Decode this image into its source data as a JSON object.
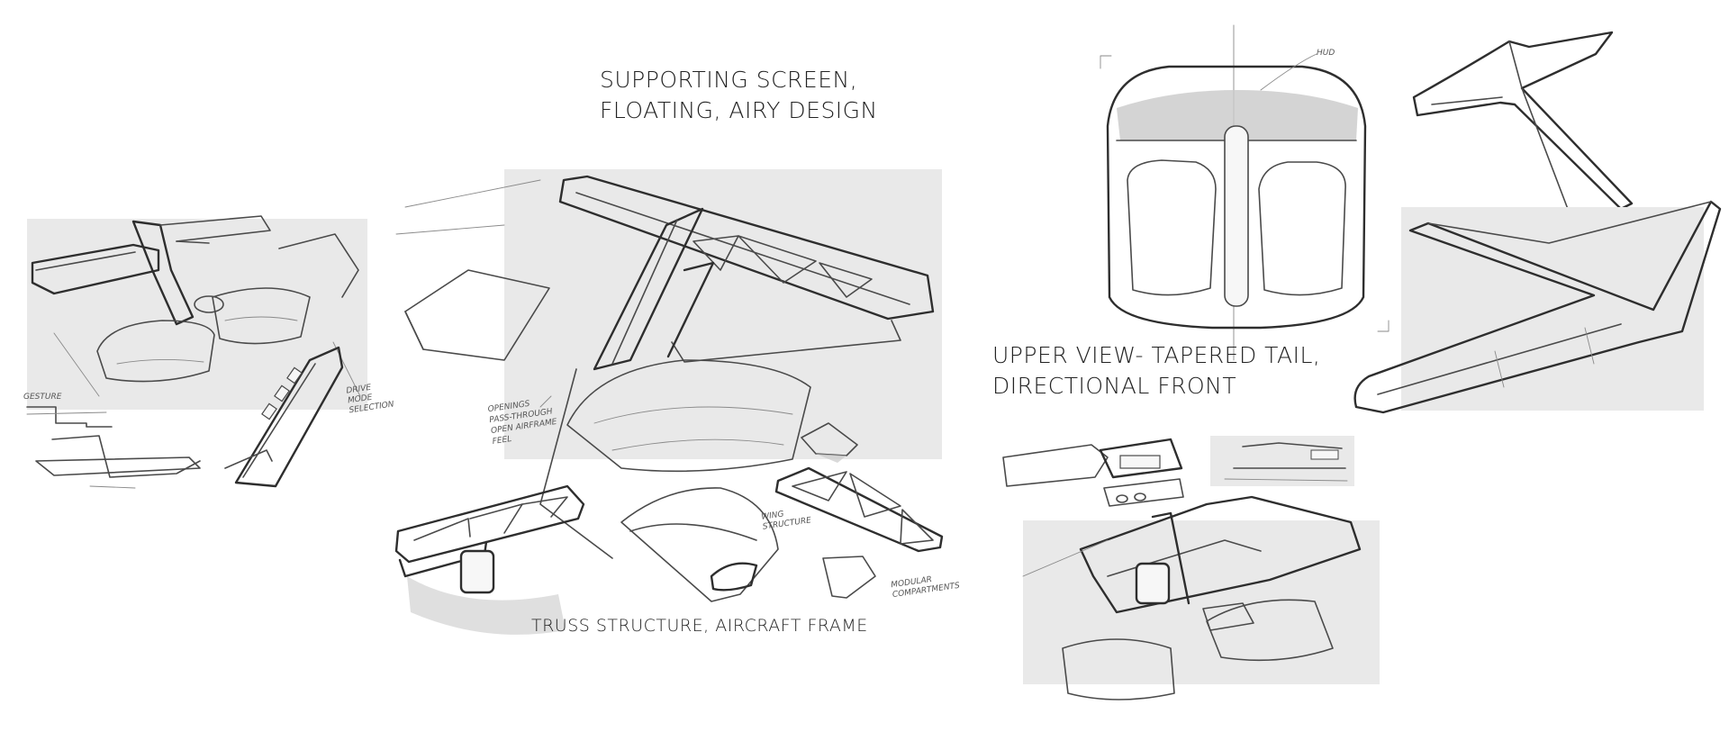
{
  "captions": {
    "supporting_line1": "SUPPORTING SCREEN,",
    "supporting_line2": "FLOATING, AIRY DESIGN",
    "upper_line1": "UPPER VIEW- TAPERED TAIL,",
    "upper_line2": "DIRECTIONAL FRONT",
    "truss": "TRUSS STRUCTURE, AIRCRAFT FRAME"
  },
  "annotations": {
    "hud": "HUD",
    "openings_1": "OPENINGS",
    "openings_2": "PASS-THROUGH",
    "openings_3": "OPEN AIRFRAME",
    "openings_4": "FEEL",
    "wing_structure_1": "WING",
    "wing_structure_2": "STRUCTURE",
    "modular_1": "MODULAR",
    "modular_2": "COMPARTMENTS",
    "gesture": "GESTURE",
    "drive_mode_1": "DRIVE",
    "drive_mode_2": "MODE",
    "drive_mode_3": "SELECTION"
  },
  "colors": {
    "background": "#ffffff",
    "panel": "#e9e9e9",
    "ink": "#4a4a4a",
    "text": "#222222"
  }
}
